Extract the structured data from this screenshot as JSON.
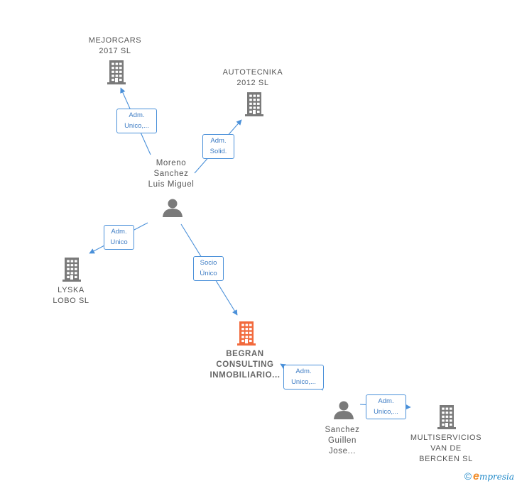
{
  "nodes": {
    "mejorcars": {
      "lines": [
        "MEJORCARS",
        "2017  SL"
      ],
      "kind": "company"
    },
    "autotecnika": {
      "lines": [
        "AUTOTECNIKA",
        "2012  SL"
      ],
      "kind": "company"
    },
    "lyska": {
      "lines": [
        "LYSKA",
        "LOBO  SL"
      ],
      "kind": "company"
    },
    "begran": {
      "lines": [
        "BEGRAN",
        "CONSULTING",
        "INMOBILIARIO..."
      ],
      "kind": "company-focus"
    },
    "multiservicios": {
      "lines": [
        "MULTISERVICIOS",
        "VAN DE",
        "BERCKEN  SL"
      ],
      "kind": "company"
    },
    "moreno": {
      "lines": [
        "Moreno",
        "Sanchez",
        "Luis Miguel"
      ],
      "kind": "person"
    },
    "sanchez": {
      "lines": [
        "Sanchez",
        "Guillen",
        "Jose..."
      ],
      "kind": "person"
    }
  },
  "edges": [
    {
      "from": "moreno",
      "to": "mejorcars",
      "lines": [
        "Adm.",
        "Unico,..."
      ]
    },
    {
      "from": "moreno",
      "to": "autotecnika",
      "lines": [
        "Adm.",
        "Solid."
      ]
    },
    {
      "from": "moreno",
      "to": "lyska",
      "lines": [
        "Adm.",
        "Unico"
      ]
    },
    {
      "from": "moreno",
      "to": "begran",
      "lines": [
        "Socio",
        "Único"
      ]
    },
    {
      "from": "sanchez",
      "to": "begran",
      "lines": [
        "Adm.",
        "Unico,..."
      ]
    },
    {
      "from": "sanchez",
      "to": "multiservicios",
      "lines": [
        "Adm.",
        "Unico,..."
      ]
    }
  ],
  "colors": {
    "company_icon": "#7a7a7a",
    "focus_icon": "#f26a3d",
    "person_icon": "#7a7a7a",
    "edge": "#4a90d9",
    "edge_text": "#3d7cc4"
  },
  "icons": {
    "company": "building-icon",
    "person": "person-icon",
    "copyright": "copyright-icon"
  },
  "footer": {
    "copyright": "©",
    "brand_first": "e",
    "brand_rest": "mpresia"
  }
}
